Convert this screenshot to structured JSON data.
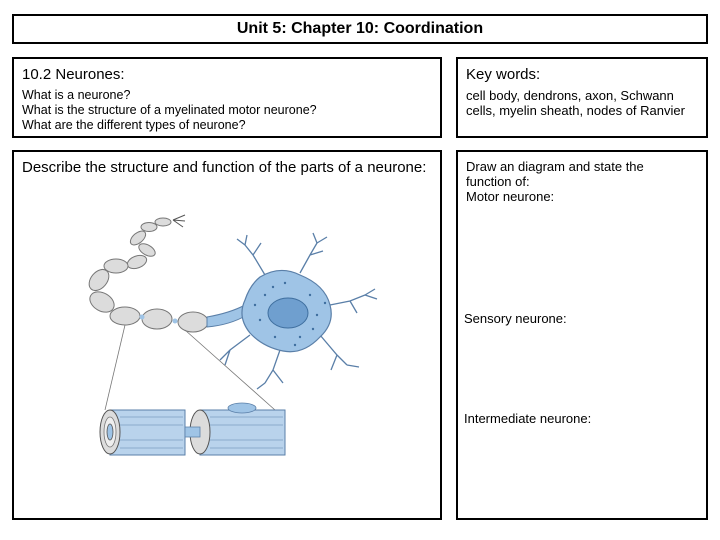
{
  "title": "Unit 5: Chapter 10: Coordination",
  "objectives": {
    "heading": "10.2 Neurones:",
    "questions": [
      "What is a neurone?",
      "What is the structure of a myelinated motor neurone?",
      "What are the different types of neurone?"
    ]
  },
  "keywords": {
    "heading": "Key words:",
    "text": "cell body, dendrons, axon, Schwann cells, myelin sheath, nodes of Ranvier"
  },
  "describe": {
    "text": "Describe the structure and function of the parts of a neurone:"
  },
  "draw": {
    "intro_line1": "Draw an diagram and state the",
    "intro_line2": "function of:",
    "motor": "Motor neurone:",
    "sensory": "Sensory neurone:",
    "intermediate": "Intermediate neurone:"
  },
  "colors": {
    "cell_body": "#9fc4e6",
    "nucleus": "#6f9fcf",
    "myelin": "#dcdcdc",
    "axon_cut": "#b9d3ec"
  }
}
